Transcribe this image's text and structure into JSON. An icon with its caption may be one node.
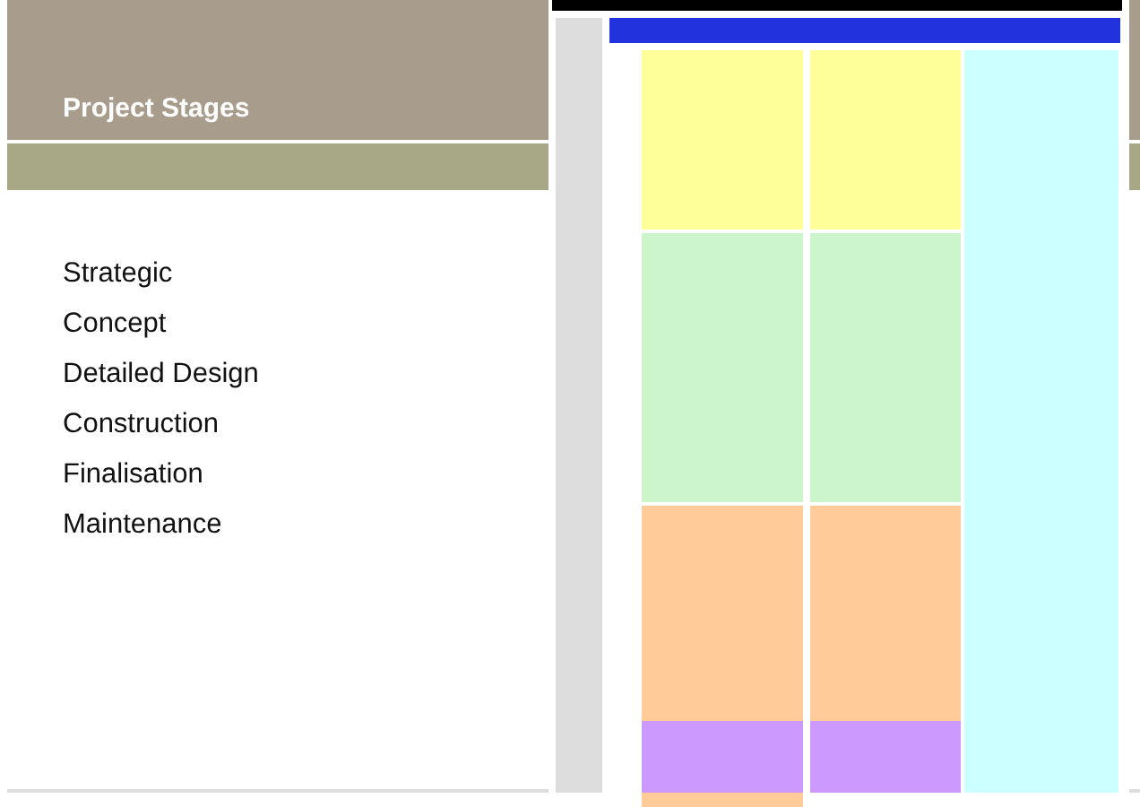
{
  "diagram": {
    "title": "Project Stages",
    "labels": [
      "Strategic",
      "Concept",
      "Detailed Design",
      "Construction",
      "Finalisation",
      "Maintenance"
    ]
  }
}
